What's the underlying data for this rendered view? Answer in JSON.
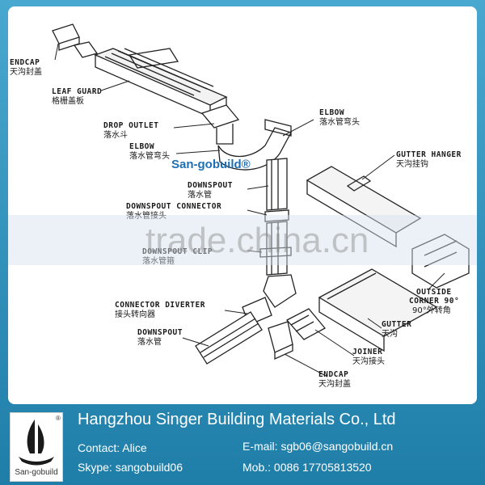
{
  "labels": {
    "endcap_top": {
      "en": "ENDCAP",
      "cn": "天沟封盖"
    },
    "leaf_guard": {
      "en": "LEAF GUARD",
      "cn": "格栅盖板"
    },
    "drop_outlet": {
      "en": "DROP OUTLET",
      "cn": "落水斗"
    },
    "elbow_left": {
      "en": "ELBOW",
      "cn": "落水管弯头"
    },
    "elbow_top": {
      "en": "ELBOW",
      "cn": "落水管弯头"
    },
    "gutter_hanger": {
      "en": "GUTTER HANGER",
      "cn": "天沟挂钩"
    },
    "downspout_upper": {
      "en": "DOWNSPOUT",
      "cn": "落水管"
    },
    "downspout_connector": {
      "en": "DOWNSPOUT CONNECTOR",
      "cn": "落水管接头"
    },
    "downspout_clip": {
      "en": "DOWNSPOUT CLIP",
      "cn": "落水管箍"
    },
    "connector_diverter": {
      "en": "CONNECTOR DIVERTER",
      "cn": "接头转向器"
    },
    "downspout_lower": {
      "en": "DOWNSPOUT",
      "cn": "落水管"
    },
    "outside_corner": {
      "en1": "OUTSIDE",
      "en2": "CORNER 90°",
      "cn": "90°外转角"
    },
    "gutter": {
      "en": "GUTTER",
      "cn": "天沟"
    },
    "joiner": {
      "en": "JOINER",
      "cn": "天沟接头"
    },
    "endcap_bottom": {
      "en": "ENDCAP",
      "cn": "天沟封盖"
    }
  },
  "brand_mark": "San-gobuild®",
  "watermark": "trade.china.cn",
  "footer": {
    "company": "Hangzhou Singer Building Materials Co., Ltd",
    "contact": "Contact: Alice",
    "skype": "Skype: sangobuild06",
    "email": "E-mail: sgb06@sangobuild.cn",
    "mobile": "Mob.: 0086 17705813520",
    "logo_name": "San-gobuild",
    "logo_reg": "®"
  },
  "colors": {
    "background_blue": "#2c8fb8",
    "brand_blue": "#1f6fb5"
  }
}
